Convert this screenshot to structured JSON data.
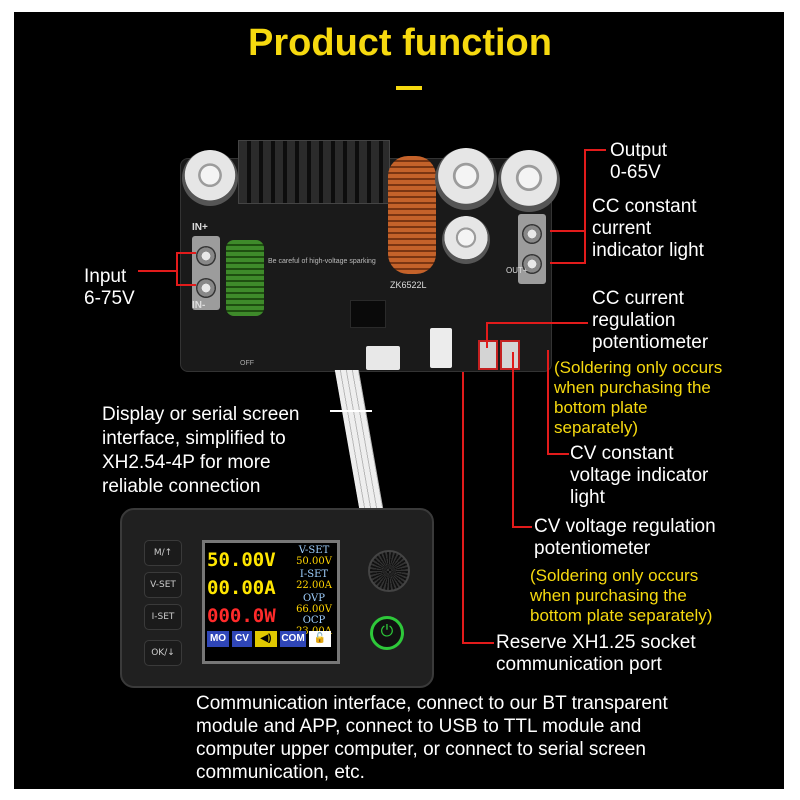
{
  "title": "Product function",
  "labels": {
    "output": "Output\n0-65V",
    "cc_indicator": "CC constant\ncurrent\nindicator light",
    "input": "Input\n6-75V",
    "cc_pot": "CC current\nregulation\npotentiometer",
    "cc_pot_note": "(Soldering only occurs\nwhen purchasing the\nbottom plate\nseparately)",
    "display_interface": "Display or serial screen\ninterface, simplified to\nXH2.54-4P for more\nreliable connection",
    "cv_indicator": "CV constant\nvoltage indicator\nlight",
    "cv_pot": "CV voltage regulation\npotentiometer",
    "cv_pot_note": "(Soldering only occurs\nwhen purchasing the\nbottom plate separately)",
    "reserve_socket": "Reserve XH1.25 socket\ncommunication port",
    "comm_interface": "Communication interface, connect to our BT transparent\nmodule and APP, connect to USB to TTL module and\ncomputer upper computer, or connect to serial screen\ncommunication, etc."
  },
  "board": {
    "model": "ZK6522L",
    "warning": "Be careful of high-voltage sparking",
    "in_plus": "IN+",
    "in_minus": "IN-",
    "out_label": "OUT+",
    "off_label": "OFF"
  },
  "display": {
    "buttons": [
      "M/↑",
      "V-SET",
      "I-SET",
      "OK/↓"
    ],
    "voltage": "50.00V",
    "current": "00.00A",
    "power": "000.0W",
    "settings": [
      {
        "label": "V-SET",
        "value": "50.00V"
      },
      {
        "label": "I-SET",
        "value": "22.00A"
      },
      {
        "label": "OVP",
        "value": "66.00V"
      },
      {
        "label": "OCP",
        "value": "23.00A"
      }
    ],
    "status": [
      "MO",
      "CV",
      "COM"
    ]
  },
  "colors": {
    "title": "#f6d90f",
    "note": "#f6d90f",
    "callout_line": "#e21b1b",
    "background": "#000000",
    "lcd_voltage": "#ffe600",
    "lcd_current": "#ffe600",
    "lcd_power": "#ff2a2a",
    "knob_ring": "#2ec83a"
  }
}
